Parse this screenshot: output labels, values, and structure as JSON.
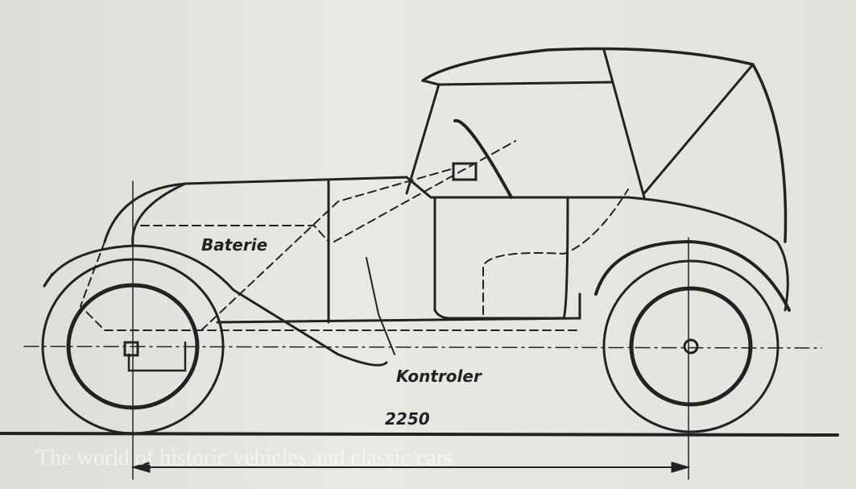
{
  "drawing": {
    "labels": {
      "battery": "Baterie",
      "controller": "Kontroler",
      "wheelbase": "2250"
    },
    "watermark": {
      "tagline": "The world of historic vehicles and classic cars"
    },
    "colors": {
      "paper": "#e4e4e0",
      "ink": "#222222"
    }
  }
}
